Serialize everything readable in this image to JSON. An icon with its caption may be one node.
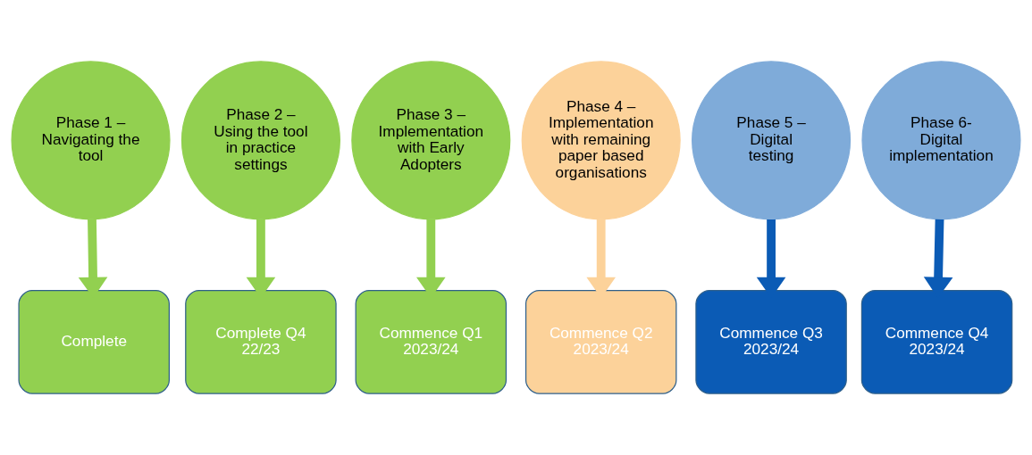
{
  "diagram": {
    "nodes": [
      {
        "text": [
          "Phase 1 – Navigating the tool"
        ]
      },
      {
        "text": [
          "Phase 2 – Using the tool in practice settings"
        ]
      },
      {
        "text": [
          "Phase 3 – Implementation with Early Adopters"
        ]
      },
      {
        "text": [
          "Phase 4 – Implementation with remaining paper based organisations"
        ]
      },
      {
        "text": [
          "Phase 5 – Digital testing"
        ]
      },
      {
        "text": [
          "Phase 6- Digital implementation"
        ]
      },
      {
        "text": [
          "Complete"
        ]
      },
      {
        "text": [
          "Complete Q4 22/23"
        ]
      },
      {
        "text": [
          "Commence Q1 2023/24"
        ]
      },
      {
        "text": [
          "Commence Q2 2023/24"
        ]
      },
      {
        "text": [
          "Commence Q3 2023/24"
        ]
      },
      {
        "text": [
          "Commence Q4 2023/24"
        ]
      }
    ],
    "edges": [
      {
        "from": 0,
        "to": 6,
        "arrow": "to"
      },
      {
        "from": 1,
        "to": 7,
        "arrow": "to"
      },
      {
        "from": 2,
        "to": 8,
        "arrow": "to"
      },
      {
        "from": 3,
        "to": 9,
        "arrow": "to",
        "color": "#fcd29a"
      },
      {
        "from": 4,
        "to": 10,
        "arrow": "to",
        "color": "#0b5bb5"
      },
      {
        "from": 5,
        "to": 11,
        "arrow": "to",
        "color": "#0b5bb5"
      }
    ]
  }
}
